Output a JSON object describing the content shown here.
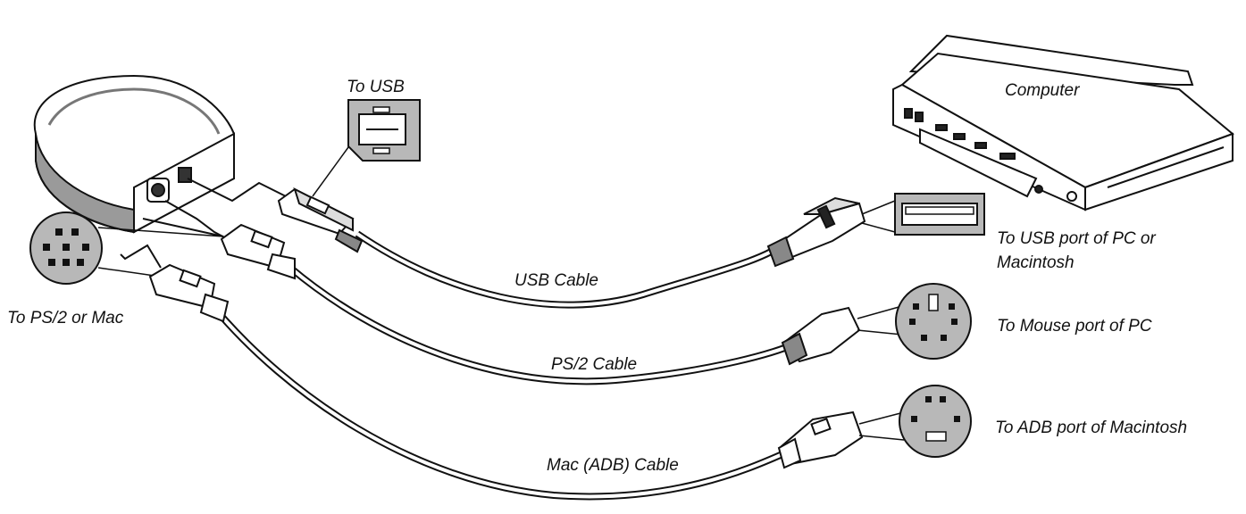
{
  "labels": {
    "to_usb": "To USB",
    "computer": "Computer",
    "to_usb_port_line1": "To USB port of PC or",
    "to_usb_port_line2": "Macintosh",
    "usb_cable": "USB Cable",
    "to_ps2_or_mac": "To PS/2 or Mac",
    "to_mouse_port": "To Mouse port of PC",
    "ps2_cable": "PS/2 Cable",
    "to_adb_port": "To ADB port of Macintosh",
    "mac_adb_cable": "Mac (ADB) Cable"
  },
  "colors": {
    "line": "#111111",
    "connector_face": "#b8b8b8",
    "receiver_body": "#ffffff",
    "receiver_dark": "#8a8a8a"
  }
}
